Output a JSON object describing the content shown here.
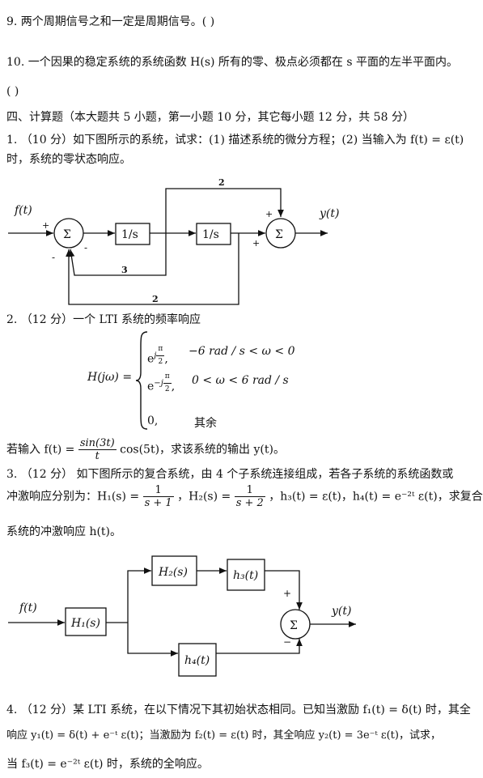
{
  "q9": {
    "text": "9. 两个周期信号之和一定是周期信号。(      )"
  },
  "q10": {
    "line1": "10. 一个因果的稳定系统的系统函数 H(s) 所有的零、极点必须都在 s 平面的左半平面内。",
    "line2": "(      )"
  },
  "section4": {
    "heading": "四、计算题（本大题共 5 小题，第一小题 10 分，其它每小题 12 分，共 58 分）"
  },
  "p1": {
    "line1": "1. （10 分）如下图所示的系统，试求：(1) 描述系统的微分方程；(2) 当输入为 f(t) = ε(t)",
    "line2": "时，系统的零状态响应。",
    "diagram": {
      "input": "f(t)",
      "output": "y(t)",
      "sum": "Σ",
      "block1": "1/s",
      "block2": "1/s",
      "gain_top": "2",
      "gain_mid": "3",
      "gain_bottom": "2",
      "sign_plus": "+",
      "sign_minus": "-"
    }
  },
  "p2": {
    "line1": "2. （12 分）一个 LTI 系统的频率响应",
    "lhs": "H(jω) =",
    "case1_val": "e^{jπ/2},",
    "case1_exp": "j",
    "case1_cond": "−6 rad / s < ω < 0",
    "case2_val": "e^{−jπ/2},",
    "case2_cond": "0 < ω < 6 rad / s",
    "case3_val": "0,",
    "case3_cond": "其余",
    "pi": "π",
    "two": "2",
    "input_pre": "若输入 f(t) =",
    "frac_num": "sin(3t)",
    "frac_den": "t",
    "input_post": "cos(5t)，求该系统的输出 y(t)。"
  },
  "p3": {
    "line1": "3. （12 分） 如下图所示的复合系统，由 4 个子系统连接组成，若各子系统的系统函数或",
    "line2_pre": "冲激响应分别为：H₁(s) =",
    "h1_num": "1",
    "h1_den": "s + 1",
    "h2_pre": "，H₂(s) =",
    "h2_num": "1",
    "h2_den": "s + 2",
    "line2_post": "，h₃(t) = ε(t)，h₄(t) = e⁻²ᵗ ε(t)，求复合",
    "line3": "系统的冲激响应 h(t)。",
    "diagram": {
      "input": "f(t)",
      "output": "y(t)",
      "sum": "Σ",
      "h1": "H₁(s)",
      "h2": "H₂(s)",
      "h3": "h₃(t)",
      "h4": "h₄(t)",
      "sign_plus": "+",
      "sign_minus": "−"
    }
  },
  "p4": {
    "line1": "4. （12 分）某 LTI 系统，在以下情况下其初始状态相同。已知当激励 f₁(t) = δ(t) 时，其全",
    "line2": "响应 y₁(t) = δ(t) + e⁻ᵗ ε(t)；当激励为 f₂(t) = ε(t) 时，其全响应 y₂(t) = 3e⁻ᵗ ε(t)，试求，",
    "line3": "当 f₃(t) = e⁻²ᵗ ε(t) 时，系统的全响应。"
  }
}
